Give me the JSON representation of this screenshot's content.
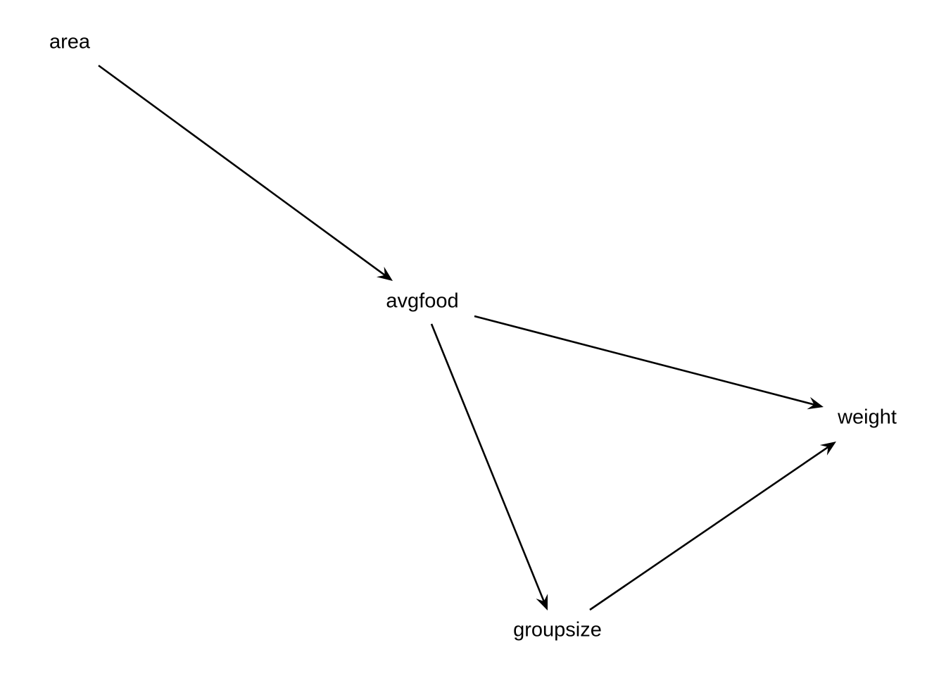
{
  "diagram": {
    "type": "directed-acyclic-graph",
    "nodes": [
      {
        "id": "area",
        "label": "area"
      },
      {
        "id": "avgfood",
        "label": "avgfood"
      },
      {
        "id": "groupsize",
        "label": "groupsize"
      },
      {
        "id": "weight",
        "label": "weight"
      }
    ],
    "edges": [
      {
        "from": "area",
        "to": "avgfood"
      },
      {
        "from": "avgfood",
        "to": "weight"
      },
      {
        "from": "avgfood",
        "to": "groupsize"
      },
      {
        "from": "groupsize",
        "to": "weight"
      }
    ],
    "colors": {
      "background": "#ffffff",
      "edge": "#000000",
      "text": "#000000"
    }
  }
}
